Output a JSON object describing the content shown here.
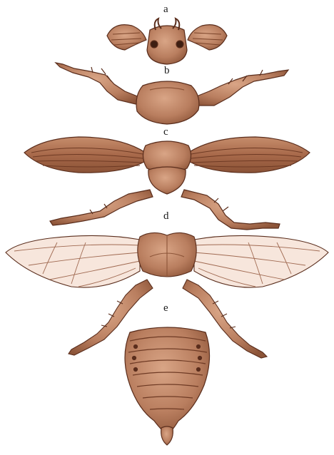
{
  "labels": {
    "a": "a",
    "b": "b",
    "c": "c",
    "d": "d",
    "e": "e"
  },
  "colors": {
    "body": "#b97e5f",
    "shade": "#8c5438",
    "outline": "#5a2d1c",
    "wing_membrane": "#f7e6dc",
    "wing_vein": "#a06a52",
    "background": "#ffffff"
  }
}
